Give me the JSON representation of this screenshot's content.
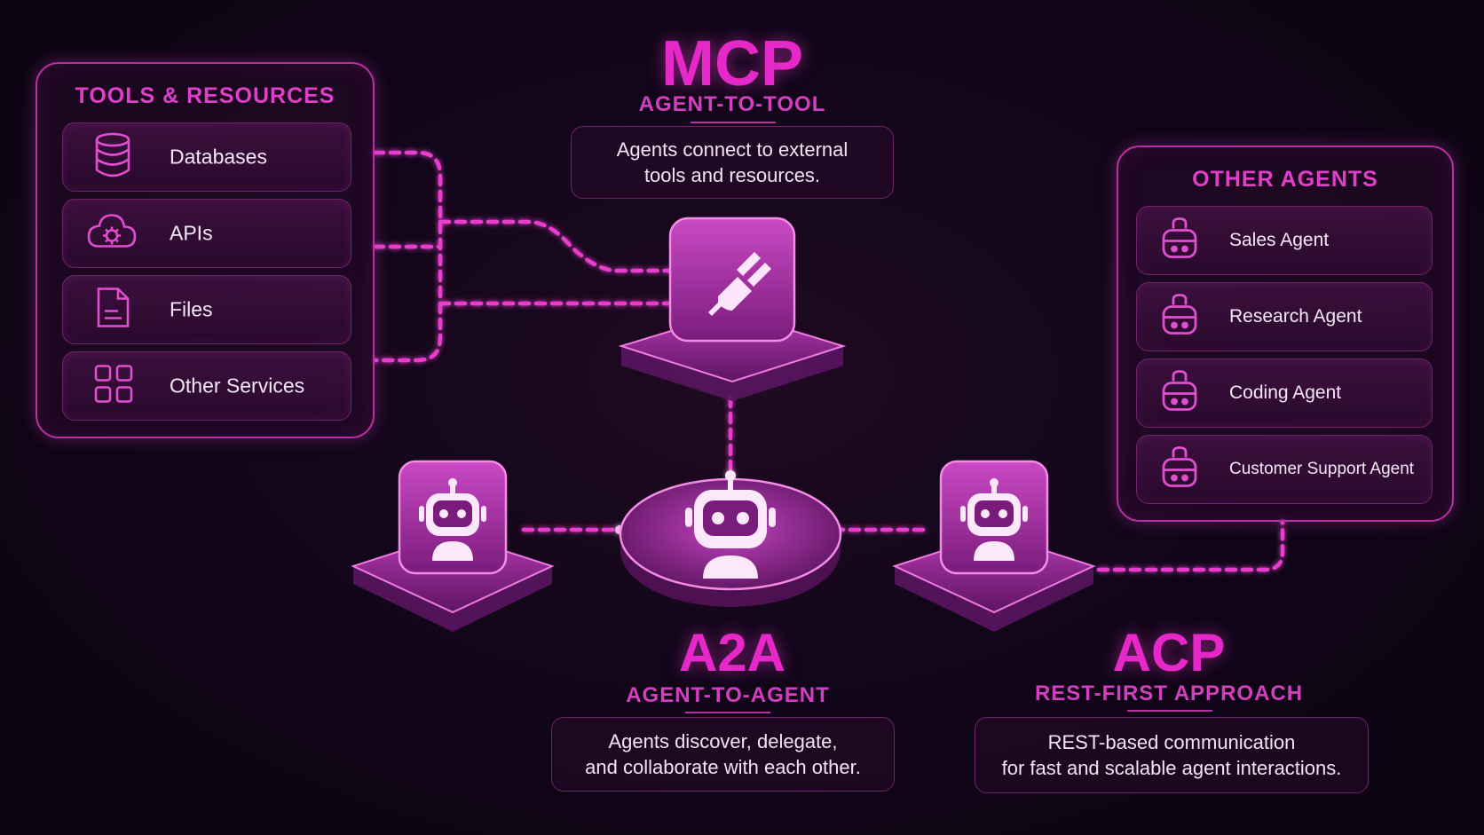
{
  "tools": {
    "title": "TOOLS & RESOURCES",
    "items": [
      {
        "label": "Databases",
        "icon": "database-icon"
      },
      {
        "label": "APIs",
        "icon": "cloud-gear-icon"
      },
      {
        "label": "Files",
        "icon": "file-icon"
      },
      {
        "label": "Other Services",
        "icon": "grid-icon"
      }
    ]
  },
  "mcp": {
    "title": "MCP",
    "subtitle": "AGENT-TO-TOOL",
    "description": [
      "Agents connect to external",
      "tools and resources."
    ],
    "icon": "plug-icon"
  },
  "a2a": {
    "title": "A2A",
    "subtitle": "AGENT-TO-AGENT",
    "description": [
      "Agents discover, delegate,",
      "and collaborate with each other."
    ],
    "icon": "robot-icon"
  },
  "acp": {
    "title": "ACP",
    "subtitle": "REST-FIRST APPROACH",
    "description": [
      "REST-based communication",
      "for fast and scalable agent interactions."
    ]
  },
  "other_agents": {
    "title": "OTHER AGENTS",
    "items": [
      {
        "label": "Sales Agent",
        "icon": "robot-outline-icon"
      },
      {
        "label": "Research Agent",
        "icon": "robot-outline-icon"
      },
      {
        "label": "Coding Agent",
        "icon": "robot-outline-icon"
      },
      {
        "label": "Customer Support Agent",
        "icon": "robot-outline-icon"
      }
    ]
  },
  "colors": {
    "accent": "#e628c9",
    "panel_border": "#b8319f",
    "background": "#12061a"
  }
}
